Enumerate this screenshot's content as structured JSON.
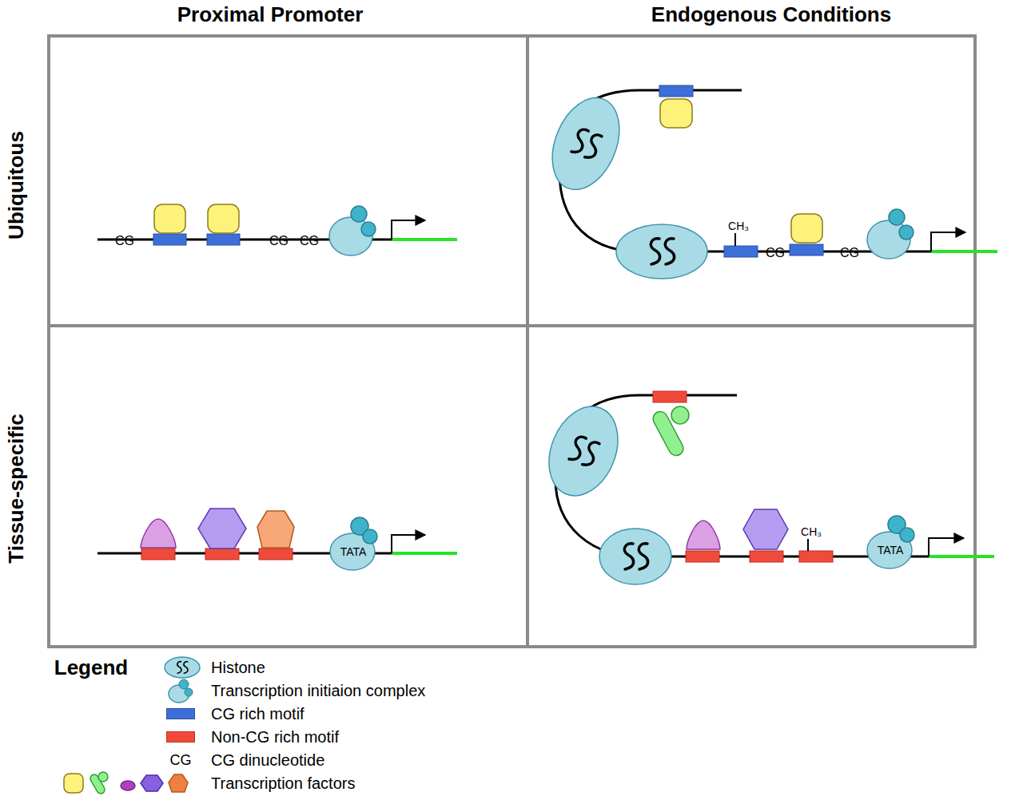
{
  "diagram": {
    "nodes": [
      {
        "text": [
          "TATA"
        ]
      },
      {
        "text": [
          "TATA"
        ]
      }
    ],
    "labels": [
      "Proximal Promoter",
      "Endogenous Conditions",
      "Ubiquitous",
      "Tissue-specific",
      "CG",
      "CG",
      "CG",
      "CH₃",
      "CG",
      "CG",
      "CH₃",
      "Legend",
      "CG"
    ],
    "legend": [
      {
        "text": "Histone"
      },
      {
        "text": "Transcription initiaion complex"
      },
      {
        "text": "CG rich motif",
        "color": "#3d6fd9"
      },
      {
        "text": "Non-CG rich motif",
        "color": "#f04a3a"
      },
      {
        "text": "CG dinucleotide"
      },
      {
        "text": "Transcription factors"
      }
    ]
  }
}
